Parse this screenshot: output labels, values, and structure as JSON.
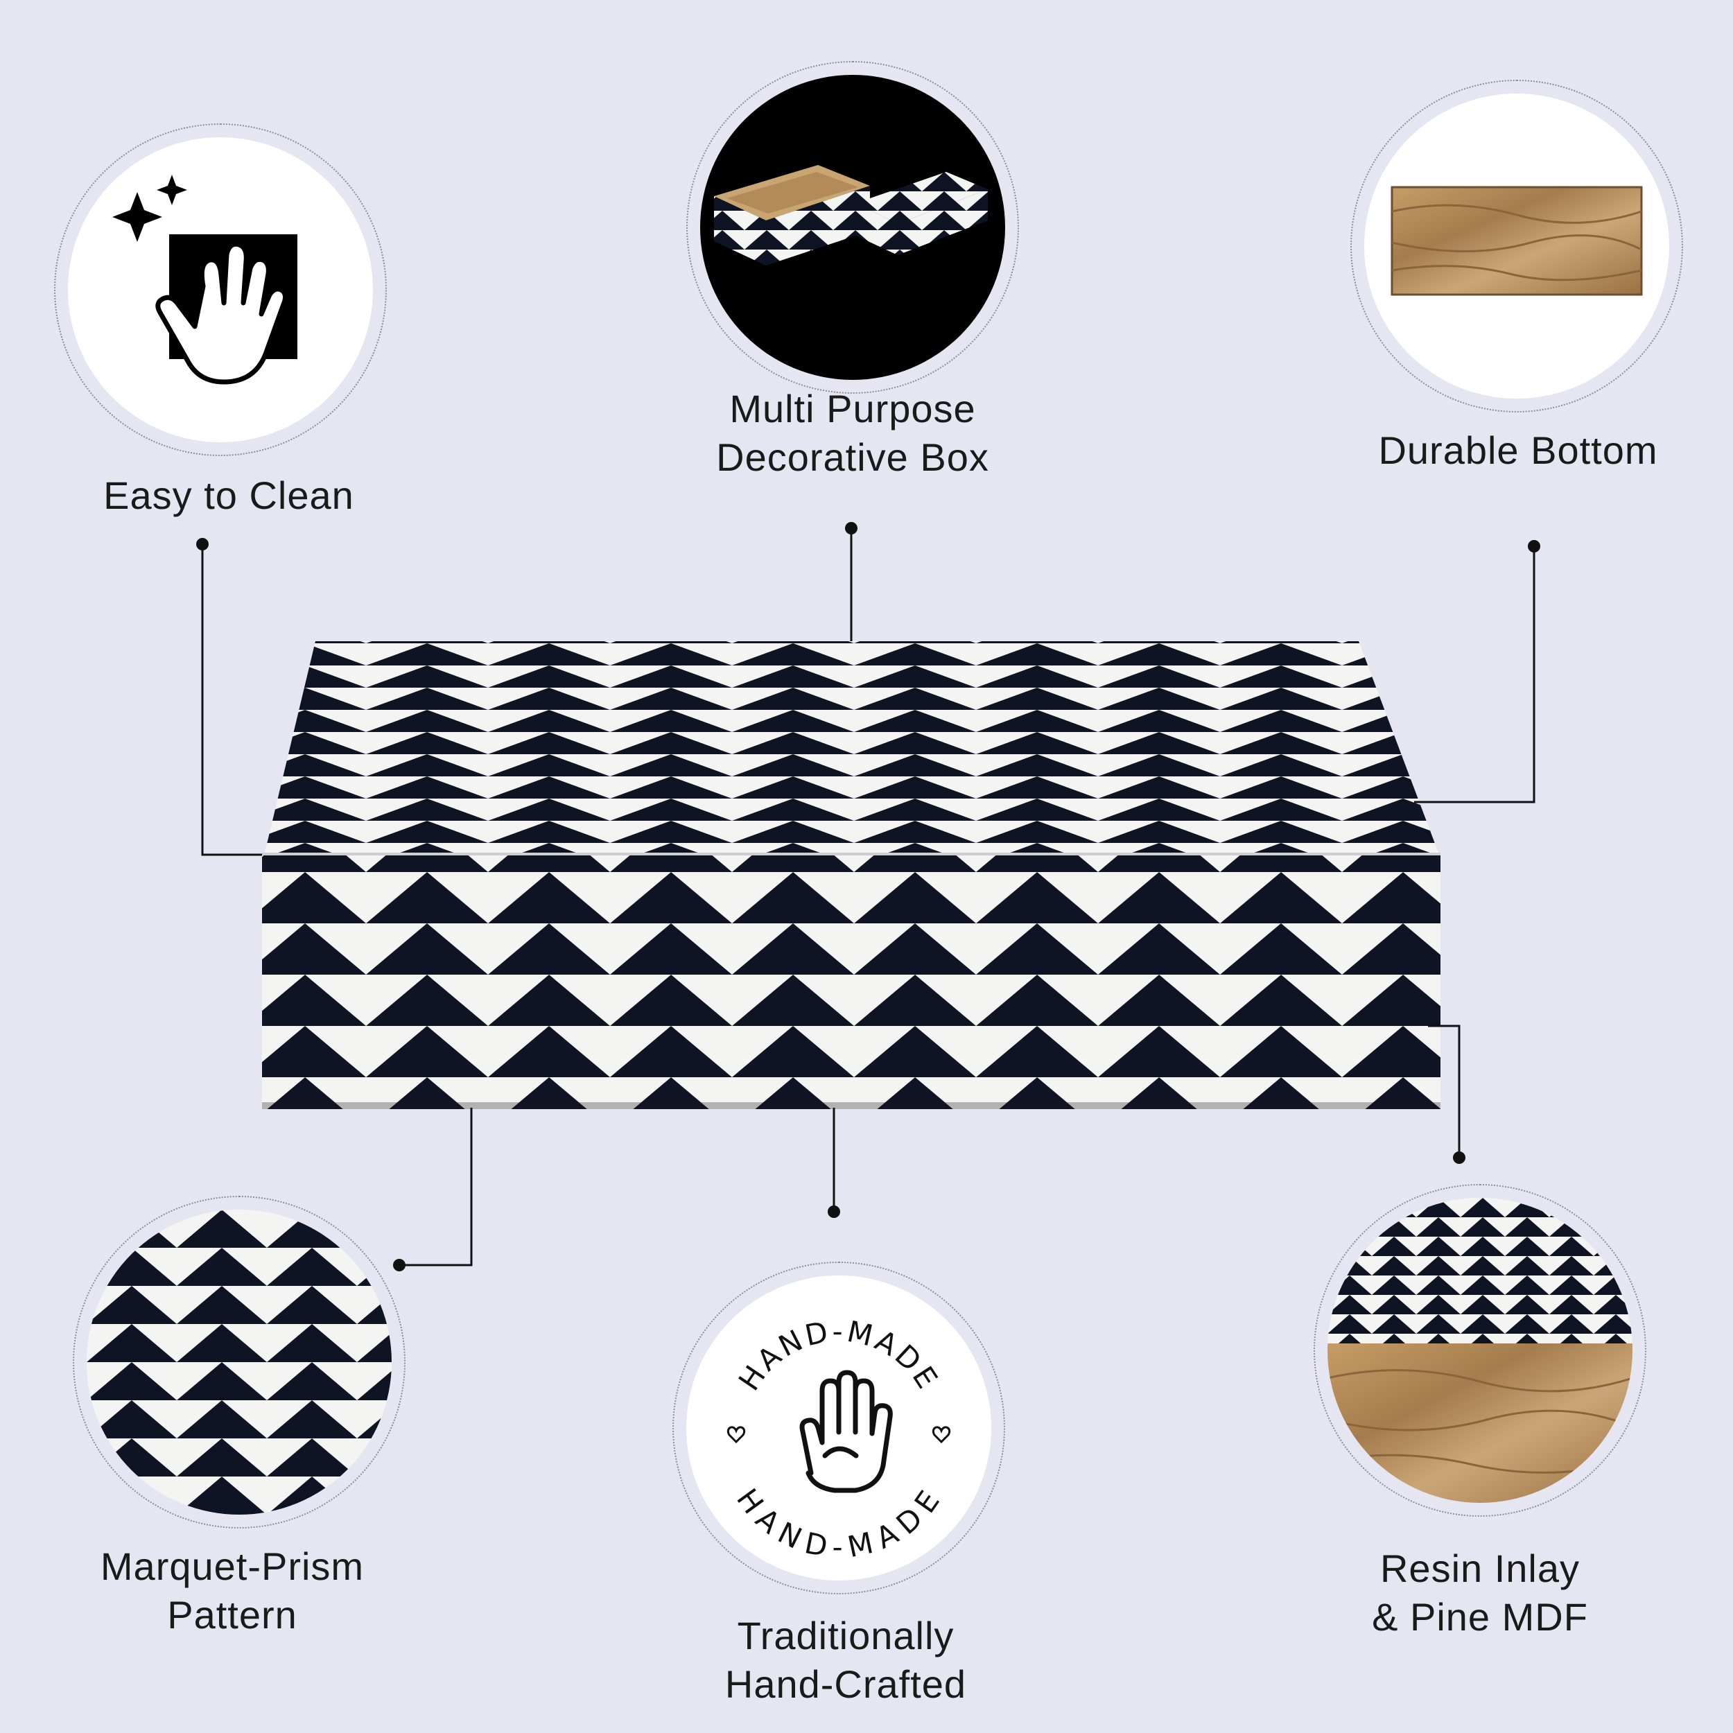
{
  "features": {
    "easy_clean": {
      "label": "Easy to Clean",
      "icon": "wipe-hand-icon"
    },
    "multi_purpose": {
      "line1": "Multi Purpose",
      "line2": "Decorative Box"
    },
    "durable_bottom": {
      "label": "Durable Bottom"
    },
    "marquet_prism": {
      "line1": "Marquet-Prism",
      "line2": "Pattern"
    },
    "hand_crafted": {
      "line1": "Traditionally",
      "line2": "Hand-Crafted",
      "badge_top": "HAND-MADE",
      "badge_bottom": "HAND-MADE",
      "icon": "open-hand-icon"
    },
    "resin_inlay": {
      "line1": "Resin Inlay",
      "line2": "& Pine MDF"
    }
  },
  "colors": {
    "background": "#e5e6f1",
    "pattern_dark": "#0f1424",
    "pattern_light": "#f4f4f2",
    "wood": "#b8915f"
  }
}
